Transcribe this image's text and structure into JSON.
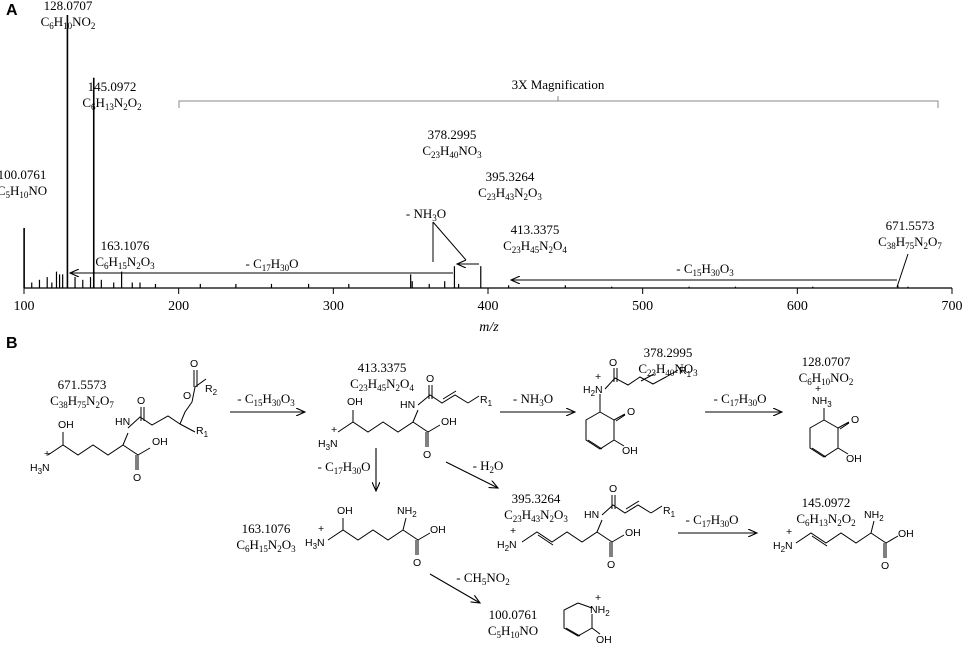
{
  "panels": {
    "a": "A",
    "b": "B"
  },
  "spectrum": {
    "x_label": "m/z",
    "x_ticks": [
      "100",
      "200",
      "300",
      "400",
      "500",
      "600",
      "700"
    ],
    "magnification_label": "3X Magnification",
    "peaks": [
      {
        "mz": "128.0707",
        "formula": [
          "C",
          "6",
          "H",
          "10",
          "NO",
          "2"
        ]
      },
      {
        "mz": "145.0972",
        "formula": [
          "C",
          "6",
          "H",
          "13",
          "N",
          "2",
          "O",
          "2"
        ]
      },
      {
        "mz": "100.0761",
        "formula": [
          "C",
          "5",
          "H",
          "10",
          "NO"
        ]
      },
      {
        "mz": "163.1076",
        "formula": [
          "C",
          "6",
          "H",
          "15",
          "N",
          "2",
          "O",
          "3"
        ]
      },
      {
        "mz": "378.2995",
        "formula": [
          "C",
          "23",
          "H",
          "40",
          "NO",
          "3"
        ]
      },
      {
        "mz": "395.3264",
        "formula": [
          "C",
          "23",
          "H",
          "43",
          "N",
          "2",
          "O",
          "3"
        ]
      },
      {
        "mz": "413.3375",
        "formula": [
          "C",
          "23",
          "H",
          "45",
          "N",
          "2",
          "O",
          "4"
        ]
      },
      {
        "mz": "671.5573",
        "formula": [
          "C",
          "38",
          "H",
          "75",
          "N",
          "2",
          "O",
          "7"
        ]
      }
    ],
    "losses": [
      {
        "label": [
          "- NH",
          "3",
          "O"
        ]
      },
      {
        "label": [
          "- C",
          "17",
          "H",
          "30",
          "O"
        ]
      },
      {
        "label": [
          "- C",
          "15",
          "H",
          "30",
          "O",
          "3"
        ]
      }
    ]
  },
  "chart_data": {
    "type": "bar",
    "title": "",
    "xlabel": "m/z",
    "ylabel": "",
    "xlim": [
      100,
      700
    ],
    "annotations": [
      "3X Magnification"
    ],
    "x": [
      100.0761,
      105,
      110,
      115,
      118,
      121,
      123,
      125,
      128.0707,
      133,
      138,
      143,
      145.0972,
      150,
      158,
      163.1076,
      170,
      175,
      185,
      214,
      237,
      260,
      284,
      310,
      350,
      351,
      362,
      372,
      378.2995,
      381,
      395.3264,
      413.3375,
      450,
      480,
      530,
      560,
      610,
      665,
      671.5573
    ],
    "series": [
      {
        "values": [
          22,
          2,
          3,
          4,
          2,
          6,
          5,
          5,
          100,
          4,
          3,
          4,
          77,
          3,
          2,
          6,
          2,
          2,
          1.5,
          1.5,
          1.5,
          1.5,
          1.5,
          1.5,
          5,
          2.5,
          1.5,
          2.5,
          8,
          1.5,
          8,
          1,
          1,
          0.5,
          0.5,
          0.5,
          0.5,
          1,
          0.5
        ]
      }
    ]
  },
  "diagram": {
    "compounds": [
      {
        "mz": "671.5573",
        "formula": [
          "C",
          "38",
          "H",
          "75",
          "N",
          "2",
          "O",
          "7"
        ]
      },
      {
        "mz": "413.3375",
        "formula": [
          "C",
          "23",
          "H",
          "45",
          "N",
          "2",
          "O",
          "4"
        ]
      },
      {
        "mz": "378.2995",
        "formula": [
          "C",
          "23",
          "H",
          "40",
          "NO",
          "3"
        ]
      },
      {
        "mz": "128.0707",
        "formula": [
          "C",
          "6",
          "H",
          "10",
          "NO",
          "2"
        ]
      },
      {
        "mz": "163.1076",
        "formula": [
          "C",
          "6",
          "H",
          "15",
          "N",
          "2",
          "O",
          "3"
        ]
      },
      {
        "mz": "395.3264",
        "formula": [
          "C",
          "23",
          "H",
          "43",
          "N",
          "2",
          "O",
          "3"
        ]
      },
      {
        "mz": "145.0972",
        "formula": [
          "C",
          "6",
          "H",
          "13",
          "N",
          "2",
          "O",
          "2"
        ]
      },
      {
        "mz": "100.0761",
        "formula": [
          "C",
          "5",
          "H",
          "10",
          "NO"
        ]
      }
    ],
    "steps": [
      {
        "label": [
          "- C",
          "15",
          "H",
          "30",
          "O",
          "3"
        ]
      },
      {
        "label": [
          "- NH",
          "3",
          "O"
        ]
      },
      {
        "label": [
          "- C",
          "17",
          "H",
          "30",
          "O"
        ]
      },
      {
        "label": [
          "- C",
          "17",
          "H",
          "30",
          "O"
        ]
      },
      {
        "label": [
          "- H",
          "2",
          "O"
        ]
      },
      {
        "label": [
          "- C",
          "17",
          "H",
          "30",
          "O"
        ]
      },
      {
        "label": [
          "- CH",
          "5",
          "NO",
          "2"
        ]
      }
    ],
    "atoms": {
      "oh": "OH",
      "nh": "NH",
      "hn": "HN",
      "h3n": "H3N",
      "h2n": "H2N",
      "nh2": "NH2",
      "nh3": "NH3",
      "o": "O",
      "r1": "R1",
      "r2": "R2",
      "plus": "+",
      "n": "N",
      "h": "H",
      "c": "C",
      "r": "R",
      "s1": "1",
      "s2": "2",
      "s3": "3"
    }
  }
}
